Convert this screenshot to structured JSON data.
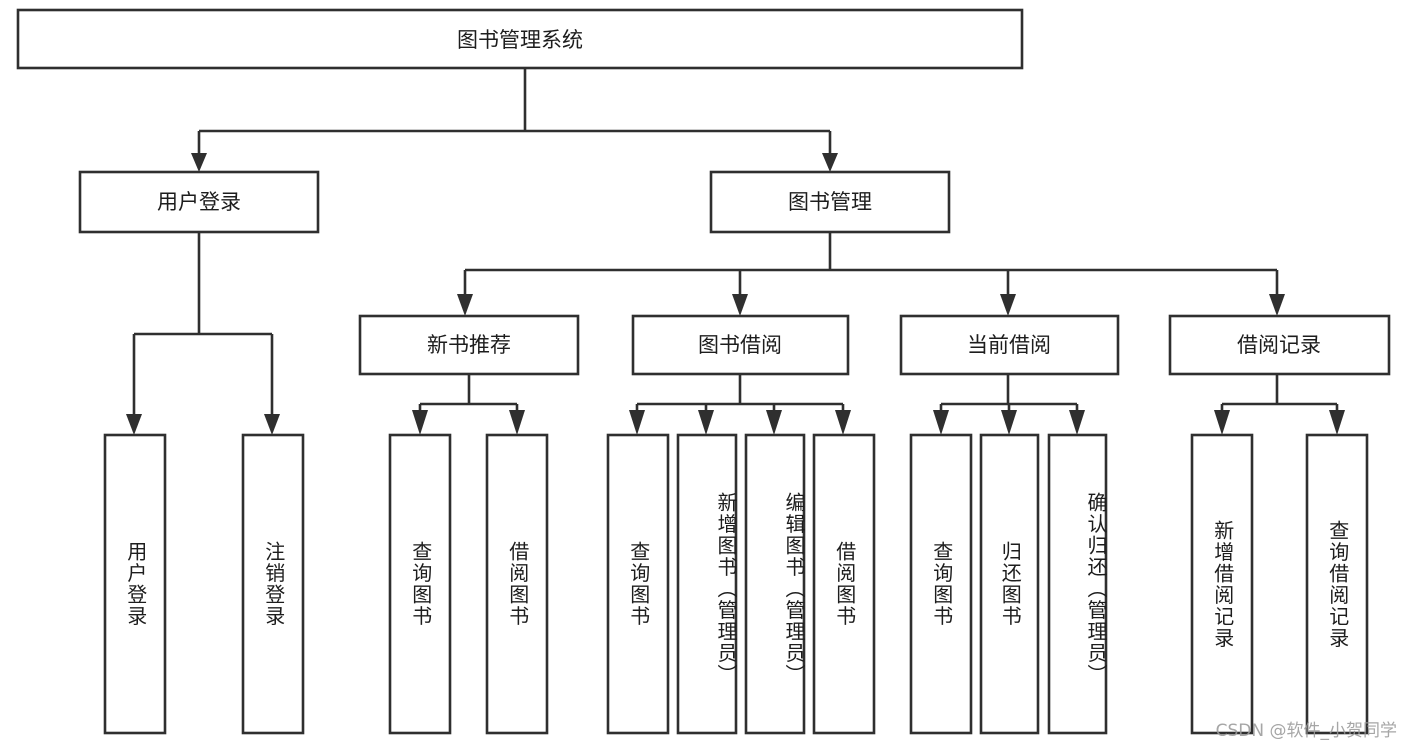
{
  "diagram": {
    "title": "图书管理系统",
    "type": "hierarchy-tree",
    "orientation": "top-down",
    "colors": {
      "box_stroke": "#2f2f2f",
      "box_fill": "#ffffff",
      "connector": "#2f2f2f",
      "text": "#1d1d1d",
      "watermark": "#9a9a9a",
      "background": "#ffffff"
    },
    "levels": {
      "root": {
        "label": "图书管理系统"
      },
      "level2": [
        {
          "label": "用户登录"
        },
        {
          "label": "图书管理"
        }
      ],
      "level3": [
        {
          "label": "新书推荐"
        },
        {
          "label": "图书借阅"
        },
        {
          "label": "当前借阅"
        },
        {
          "label": "借阅记录"
        }
      ]
    },
    "leaves": {
      "user_login": [
        {
          "label": "用户登录"
        },
        {
          "label": "注销登录"
        }
      ],
      "new_book_recommend": [
        {
          "label": "查询图书"
        },
        {
          "label": "借阅图书"
        }
      ],
      "book_borrow": [
        {
          "label": "查询图书"
        },
        {
          "label": "新增图书（管理员）"
        },
        {
          "label": "编辑图书（管理员）"
        },
        {
          "label": "借阅图书"
        }
      ],
      "current_borrow": [
        {
          "label": "查询图书"
        },
        {
          "label": "归还图书"
        },
        {
          "label": "确认归还（管理员）"
        }
      ],
      "borrow_record": [
        {
          "label": "新增借阅记录"
        },
        {
          "label": "查询借阅记录"
        }
      ]
    }
  },
  "watermark": {
    "text": "CSDN @软件_小贺同学"
  }
}
